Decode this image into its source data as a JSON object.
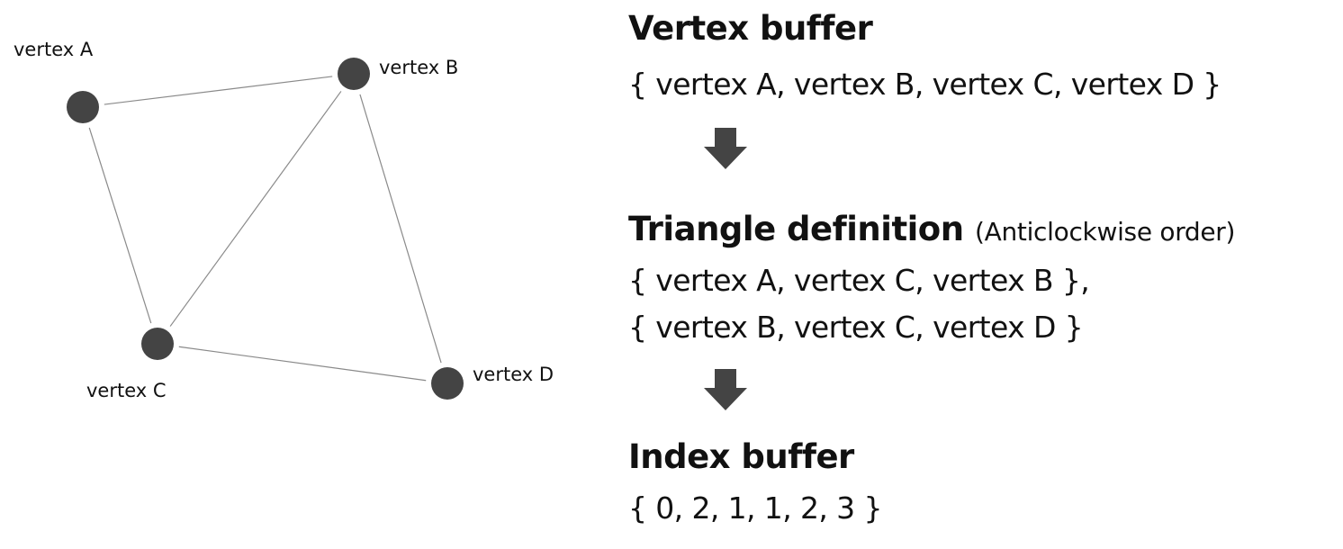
{
  "graph": {
    "vertices": [
      {
        "id": "A",
        "label": "vertex A"
      },
      {
        "id": "B",
        "label": "vertex B"
      },
      {
        "id": "C",
        "label": "vertex C"
      },
      {
        "id": "D",
        "label": "vertex D"
      }
    ],
    "edges": [
      [
        "A",
        "B"
      ],
      [
        "A",
        "C"
      ],
      [
        "B",
        "C"
      ],
      [
        "B",
        "D"
      ],
      [
        "C",
        "D"
      ]
    ],
    "node_color": "#444444",
    "edge_color": "#8a8a8a"
  },
  "vertex_buffer": {
    "title": "Vertex buffer",
    "content": "{ vertex A, vertex B, vertex C, vertex D }"
  },
  "triangle_definition": {
    "title": "Triangle definition",
    "note": "(Anticlockwise order)",
    "lines": [
      "{ vertex A, vertex C, vertex B },",
      "{ vertex B, vertex C, vertex D }"
    ]
  },
  "index_buffer": {
    "title": "Index buffer",
    "content": "{ 0, 2, 1, 1, 2, 3 }"
  },
  "arrow_color": "#444444"
}
